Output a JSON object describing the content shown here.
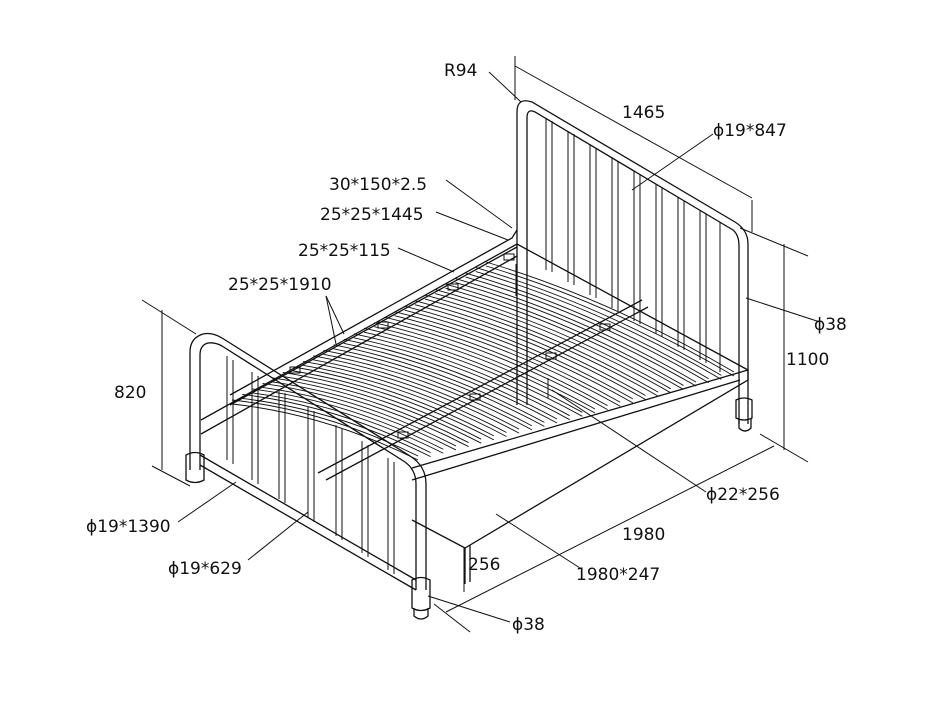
{
  "labels": {
    "radius": "R94",
    "width": "1465",
    "head_bar": "ϕ19*847",
    "side_slat_bar": "30*150*2.5",
    "cross_tube": "25*25*1445",
    "support_tube": "25*25*115",
    "centre_rail": "25*25*1910",
    "post": "ϕ38",
    "head_height": "1100",
    "foot_height": "820",
    "leg": "ϕ22*256",
    "foot_top_bar": "ϕ19*1390",
    "foot_bar": "ϕ19*629",
    "length": "1980",
    "under_height": "256",
    "side_rail": "1980*247",
    "foot_post": "ϕ38"
  }
}
